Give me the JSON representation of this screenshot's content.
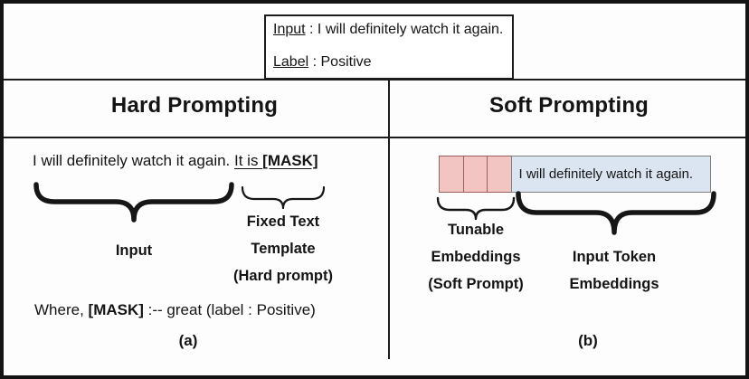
{
  "example_box": {
    "input_key": "Input",
    "input_rest": " :  I will definitely watch it again.",
    "label_key": "Label",
    "label_rest": " :  Positive"
  },
  "columns": {
    "hard": {
      "title": "Hard Prompting",
      "sentence": "I will definitely watch it again. ",
      "template_prefix": "It is ",
      "mask_token": "[MASK]",
      "input_brace_label": "Input",
      "template_label_lines": [
        "Fixed Text",
        "Template",
        "(Hard prompt)"
      ],
      "where_prefix": "Where,  ",
      "where_mask": "[MASK]",
      "where_suffix": " :-- great (label : Positive)",
      "caption": "(a)"
    },
    "soft": {
      "title": "Soft Prompting",
      "token_text": "I will definitely watch it again.",
      "tunable_cell_count": 3,
      "tunable_label_lines": [
        "Tunable",
        "Embeddings",
        "(Soft Prompt)"
      ],
      "input_token_label_lines": [
        "Input Token",
        "Embeddings"
      ],
      "caption": "(b)"
    }
  },
  "colors": {
    "tunable_fill": "#f2c5c3",
    "tunable_border": "#9c5f5f",
    "token_fill": "#dbe5f1",
    "token_border": "#7f7f7f"
  }
}
